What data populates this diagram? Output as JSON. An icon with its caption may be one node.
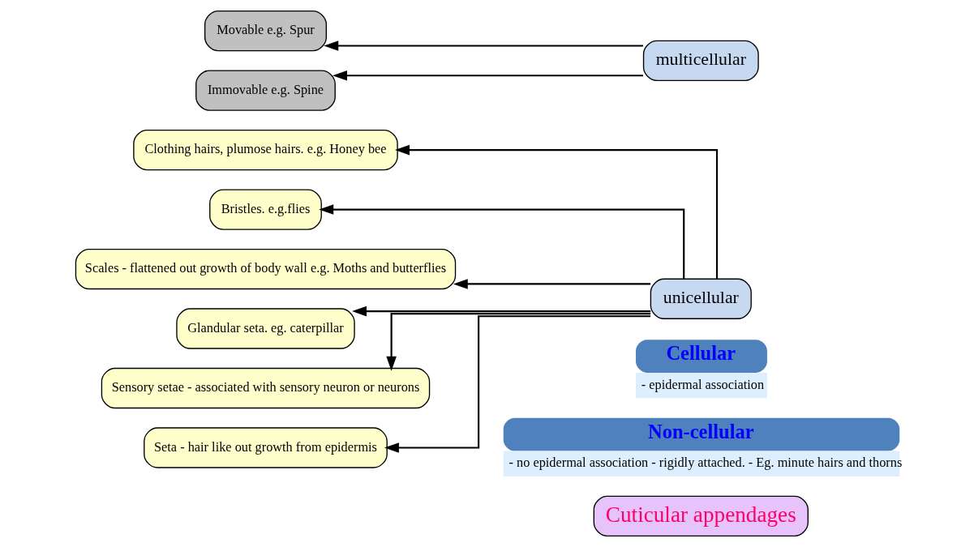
{
  "diagram": {
    "nodes": [
      {
        "text": [
          "Cuticular appendages"
        ]
      },
      {
        "text": [
          "Non-cellular",
          "- no epidermal association - rigidly attached. - Eg. minute hairs and thorns"
        ]
      },
      {
        "text": [
          "Cellular",
          "- epidermal association"
        ]
      },
      {
        "text": [
          "unicellular"
        ]
      },
      {
        "text": [
          "multicellular"
        ]
      },
      {
        "text": [
          "Movable e.g. Spur"
        ]
      },
      {
        "text": [
          "Immovable e.g. Spine"
        ]
      },
      {
        "text": [
          "Clothing hairs, plumose hairs. e.g. Honey bee"
        ]
      },
      {
        "text": [
          "Bristles. e.g.flies"
        ]
      },
      {
        "text": [
          "Scales - flattened out growth of body wall e.g. Moths and butterflies"
        ]
      },
      {
        "text": [
          "Glandular seta. eg. caterpillar"
        ]
      },
      {
        "text": [
          "Sensory setae - associated with sensory neuron or neurons"
        ]
      },
      {
        "text": [
          "Seta - hair like out growth from epidermis"
        ]
      }
    ],
    "edges": [
      {
        "from": 3,
        "to": 7,
        "arrow": "to"
      },
      {
        "from": 3,
        "to": 8,
        "arrow": "to"
      },
      {
        "from": 3,
        "to": 9,
        "arrow": "to"
      },
      {
        "from": 3,
        "to": 10,
        "arrow": "to"
      },
      {
        "from": 3,
        "to": 11,
        "arrow": "to"
      },
      {
        "from": 3,
        "to": 12,
        "arrow": "to"
      },
      {
        "from": 4,
        "to": 5,
        "arrow": "to"
      },
      {
        "from": 4,
        "to": 6,
        "arrow": "to"
      }
    ]
  }
}
